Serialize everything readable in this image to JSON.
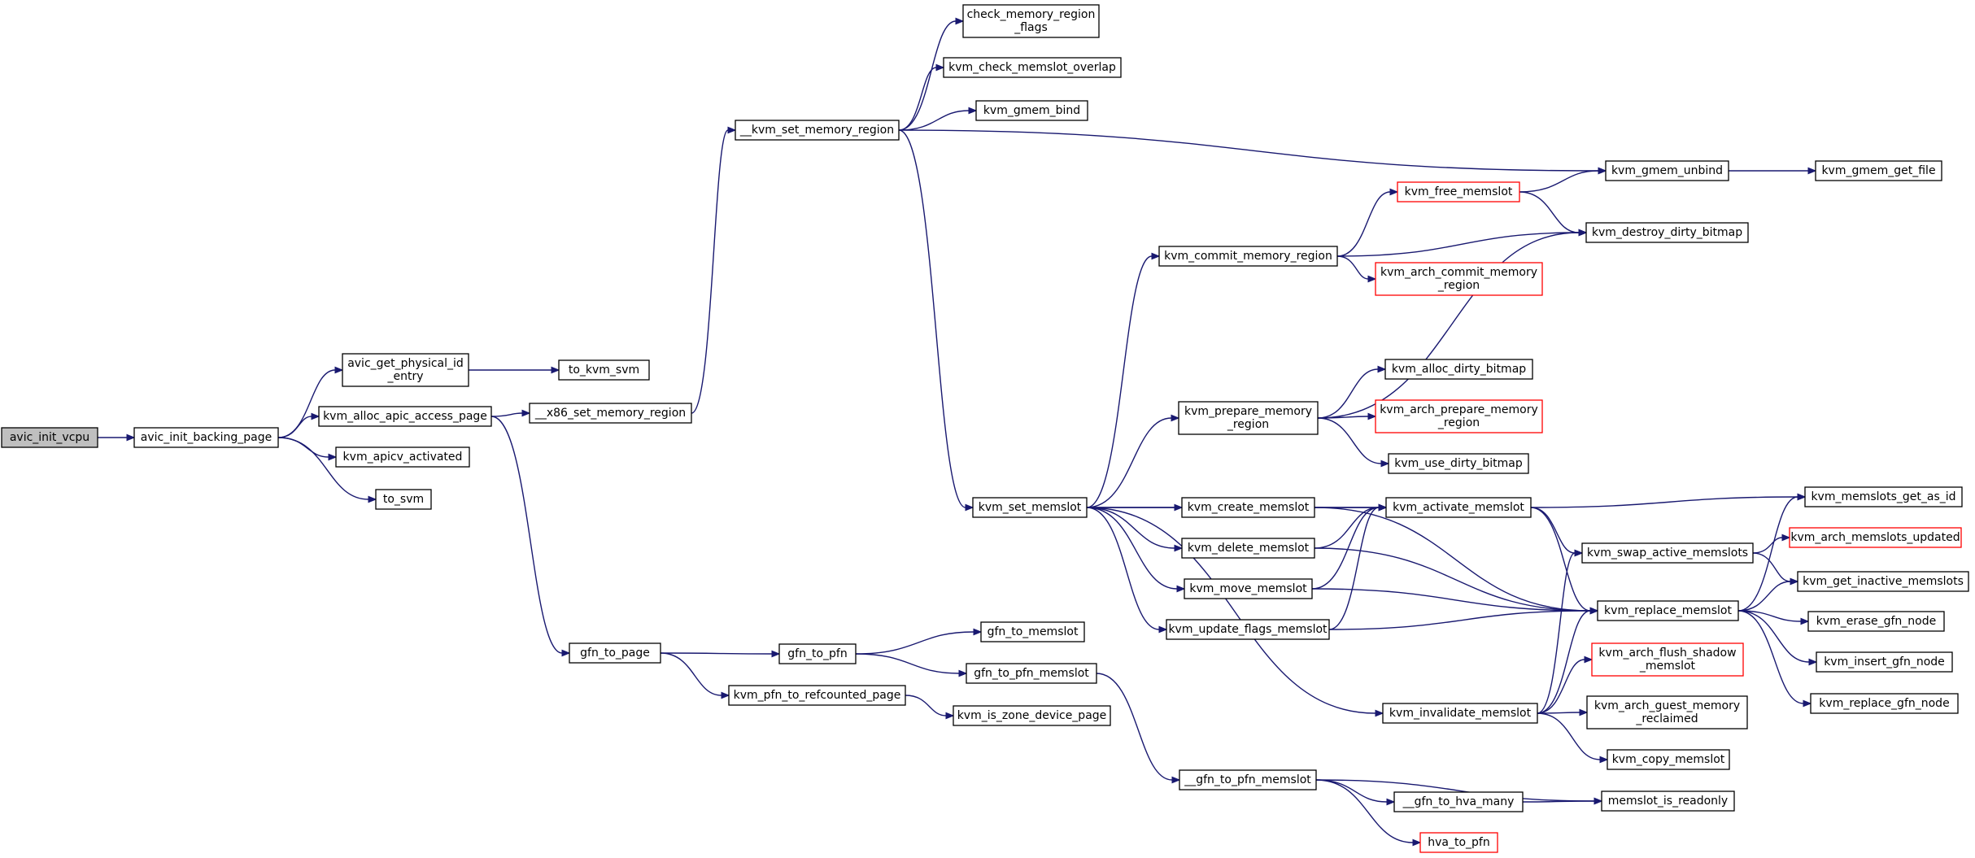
{
  "nodes": [
    {
      "id": "avic_init_vcpu",
      "lines": [
        "avic_init_vcpu"
      ],
      "style": "root"
    },
    {
      "id": "avic_init_backing_page",
      "lines": [
        "avic_init_backing_page"
      ],
      "style": "normal"
    },
    {
      "id": "avic_get_physical_id_entry",
      "lines": [
        "avic_get_physical_id",
        "_entry"
      ],
      "style": "normal"
    },
    {
      "id": "kvm_alloc_apic_access_page",
      "lines": [
        "kvm_alloc_apic_access_page"
      ],
      "style": "normal"
    },
    {
      "id": "kvm_apicv_activated",
      "lines": [
        "kvm_apicv_activated"
      ],
      "style": "normal"
    },
    {
      "id": "to_svm",
      "lines": [
        "to_svm"
      ],
      "style": "normal"
    },
    {
      "id": "to_kvm_svm",
      "lines": [
        "to_kvm_svm"
      ],
      "style": "normal"
    },
    {
      "id": "__x86_set_memory_region",
      "lines": [
        "__x86_set_memory_region"
      ],
      "style": "normal"
    },
    {
      "id": "gfn_to_page",
      "lines": [
        "gfn_to_page"
      ],
      "style": "normal"
    },
    {
      "id": "__kvm_set_memory_region",
      "lines": [
        "__kvm_set_memory_region"
      ],
      "style": "normal"
    },
    {
      "id": "check_memory_region_flags",
      "lines": [
        "check_memory_region",
        "_flags"
      ],
      "style": "normal"
    },
    {
      "id": "kvm_check_memslot_overlap",
      "lines": [
        "kvm_check_memslot_overlap"
      ],
      "style": "normal"
    },
    {
      "id": "kvm_gmem_bind",
      "lines": [
        "kvm_gmem_bind"
      ],
      "style": "normal"
    },
    {
      "id": "kvm_gmem_unbind",
      "lines": [
        "kvm_gmem_unbind"
      ],
      "style": "normal"
    },
    {
      "id": "kvm_gmem_get_file",
      "lines": [
        "kvm_gmem_get_file"
      ],
      "style": "normal"
    },
    {
      "id": "kvm_set_memslot",
      "lines": [
        "kvm_set_memslot"
      ],
      "style": "normal"
    },
    {
      "id": "gfn_to_pfn",
      "lines": [
        "gfn_to_pfn"
      ],
      "style": "normal"
    },
    {
      "id": "kvm_pfn_to_refcounted_page",
      "lines": [
        "kvm_pfn_to_refcounted_page"
      ],
      "style": "normal"
    },
    {
      "id": "gfn_to_memslot",
      "lines": [
        "gfn_to_memslot"
      ],
      "style": "normal"
    },
    {
      "id": "gfn_to_pfn_memslot",
      "lines": [
        "gfn_to_pfn_memslot"
      ],
      "style": "normal"
    },
    {
      "id": "kvm_is_zone_device_page",
      "lines": [
        "kvm_is_zone_device_page"
      ],
      "style": "normal"
    },
    {
      "id": "kvm_commit_memory_region",
      "lines": [
        "kvm_commit_memory_region"
      ],
      "style": "normal"
    },
    {
      "id": "kvm_prepare_memory_region",
      "lines": [
        "kvm_prepare_memory",
        "_region"
      ],
      "style": "normal"
    },
    {
      "id": "kvm_create_memslot",
      "lines": [
        "kvm_create_memslot"
      ],
      "style": "normal"
    },
    {
      "id": "kvm_delete_memslot",
      "lines": [
        "kvm_delete_memslot"
      ],
      "style": "normal"
    },
    {
      "id": "kvm_move_memslot",
      "lines": [
        "kvm_move_memslot"
      ],
      "style": "normal"
    },
    {
      "id": "kvm_update_flags_memslot",
      "lines": [
        "kvm_update_flags_memslot"
      ],
      "style": "normal"
    },
    {
      "id": "kvm_invalidate_memslot",
      "lines": [
        "kvm_invalidate_memslot"
      ],
      "style": "normal"
    },
    {
      "id": "__gfn_to_pfn_memslot",
      "lines": [
        "__gfn_to_pfn_memslot"
      ],
      "style": "normal"
    },
    {
      "id": "kvm_free_memslot",
      "lines": [
        "kvm_free_memslot"
      ],
      "style": "red"
    },
    {
      "id": "kvm_destroy_dirty_bitmap",
      "lines": [
        "kvm_destroy_dirty_bitmap"
      ],
      "style": "normal"
    },
    {
      "id": "kvm_arch_commit_memory_region",
      "lines": [
        "kvm_arch_commit_memory",
        "_region"
      ],
      "style": "red"
    },
    {
      "id": "kvm_alloc_dirty_bitmap",
      "lines": [
        "kvm_alloc_dirty_bitmap"
      ],
      "style": "normal"
    },
    {
      "id": "kvm_arch_prepare_memory_region",
      "lines": [
        "kvm_arch_prepare_memory",
        "_region"
      ],
      "style": "red"
    },
    {
      "id": "kvm_use_dirty_bitmap",
      "lines": [
        "kvm_use_dirty_bitmap"
      ],
      "style": "normal"
    },
    {
      "id": "kvm_activate_memslot",
      "lines": [
        "kvm_activate_memslot"
      ],
      "style": "normal"
    },
    {
      "id": "kvm_swap_active_memslots",
      "lines": [
        "kvm_swap_active_memslots"
      ],
      "style": "normal"
    },
    {
      "id": "kvm_replace_memslot",
      "lines": [
        "kvm_replace_memslot"
      ],
      "style": "normal"
    },
    {
      "id": "kvm_arch_flush_shadow_memslot",
      "lines": [
        "kvm_arch_flush_shadow",
        "_memslot"
      ],
      "style": "red"
    },
    {
      "id": "kvm_arch_guest_memory_reclaimed",
      "lines": [
        "kvm_arch_guest_memory",
        "_reclaimed"
      ],
      "style": "normal"
    },
    {
      "id": "kvm_copy_memslot",
      "lines": [
        "kvm_copy_memslot"
      ],
      "style": "normal"
    },
    {
      "id": "__gfn_to_hva_many",
      "lines": [
        "__gfn_to_hva_many"
      ],
      "style": "normal"
    },
    {
      "id": "memslot_is_readonly",
      "lines": [
        "memslot_is_readonly"
      ],
      "style": "normal"
    },
    {
      "id": "hva_to_pfn",
      "lines": [
        "hva_to_pfn"
      ],
      "style": "red"
    },
    {
      "id": "kvm_memslots_get_as_id",
      "lines": [
        "kvm_memslots_get_as_id"
      ],
      "style": "normal"
    },
    {
      "id": "kvm_arch_memslots_updated",
      "lines": [
        "kvm_arch_memslots_updated"
      ],
      "style": "red"
    },
    {
      "id": "kvm_get_inactive_memslots",
      "lines": [
        "kvm_get_inactive_memslots"
      ],
      "style": "normal"
    },
    {
      "id": "kvm_erase_gfn_node",
      "lines": [
        "kvm_erase_gfn_node"
      ],
      "style": "normal"
    },
    {
      "id": "kvm_insert_gfn_node",
      "lines": [
        "kvm_insert_gfn_node"
      ],
      "style": "normal"
    },
    {
      "id": "kvm_replace_gfn_node",
      "lines": [
        "kvm_replace_gfn_node"
      ],
      "style": "normal"
    }
  ],
  "edges": [
    [
      "avic_init_vcpu",
      "avic_init_backing_page"
    ],
    [
      "avic_init_backing_page",
      "avic_get_physical_id_entry"
    ],
    [
      "avic_init_backing_page",
      "kvm_alloc_apic_access_page"
    ],
    [
      "avic_init_backing_page",
      "kvm_apicv_activated"
    ],
    [
      "avic_init_backing_page",
      "to_svm"
    ],
    [
      "avic_get_physical_id_entry",
      "to_kvm_svm"
    ],
    [
      "kvm_alloc_apic_access_page",
      "__x86_set_memory_region"
    ],
    [
      "kvm_alloc_apic_access_page",
      "gfn_to_page"
    ],
    [
      "__x86_set_memory_region",
      "__kvm_set_memory_region"
    ],
    [
      "__kvm_set_memory_region",
      "check_memory_region_flags"
    ],
    [
      "__kvm_set_memory_region",
      "kvm_check_memslot_overlap"
    ],
    [
      "__kvm_set_memory_region",
      "kvm_gmem_bind"
    ],
    [
      "__kvm_set_memory_region",
      "kvm_gmem_unbind"
    ],
    [
      "__kvm_set_memory_region",
      "kvm_set_memslot"
    ],
    [
      "kvm_gmem_unbind",
      "kvm_gmem_get_file"
    ],
    [
      "gfn_to_page",
      "gfn_to_pfn"
    ],
    [
      "gfn_to_page",
      "kvm_pfn_to_refcounted_page"
    ],
    [
      "gfn_to_pfn",
      "gfn_to_memslot"
    ],
    [
      "gfn_to_pfn",
      "gfn_to_pfn_memslot"
    ],
    [
      "kvm_pfn_to_refcounted_page",
      "kvm_is_zone_device_page"
    ],
    [
      "gfn_to_pfn_memslot",
      "__gfn_to_pfn_memslot"
    ],
    [
      "kvm_set_memslot",
      "kvm_commit_memory_region"
    ],
    [
      "kvm_set_memslot",
      "kvm_prepare_memory_region"
    ],
    [
      "kvm_set_memslot",
      "kvm_activate_memslot"
    ],
    [
      "kvm_set_memslot",
      "kvm_create_memslot"
    ],
    [
      "kvm_set_memslot",
      "kvm_delete_memslot"
    ],
    [
      "kvm_set_memslot",
      "kvm_move_memslot"
    ],
    [
      "kvm_set_memslot",
      "kvm_update_flags_memslot"
    ],
    [
      "kvm_set_memslot",
      "kvm_invalidate_memslot"
    ],
    [
      "kvm_commit_memory_region",
      "kvm_free_memslot"
    ],
    [
      "kvm_commit_memory_region",
      "kvm_destroy_dirty_bitmap"
    ],
    [
      "kvm_commit_memory_region",
      "kvm_arch_commit_memory_region"
    ],
    [
      "kvm_free_memslot",
      "kvm_gmem_unbind"
    ],
    [
      "kvm_free_memslot",
      "kvm_destroy_dirty_bitmap"
    ],
    [
      "kvm_prepare_memory_region",
      "kvm_destroy_dirty_bitmap"
    ],
    [
      "kvm_prepare_memory_region",
      "kvm_alloc_dirty_bitmap"
    ],
    [
      "kvm_prepare_memory_region",
      "kvm_arch_prepare_memory_region"
    ],
    [
      "kvm_prepare_memory_region",
      "kvm_use_dirty_bitmap"
    ],
    [
      "kvm_create_memslot",
      "kvm_activate_memslot"
    ],
    [
      "kvm_create_memslot",
      "kvm_replace_memslot"
    ],
    [
      "kvm_delete_memslot",
      "kvm_activate_memslot"
    ],
    [
      "kvm_delete_memslot",
      "kvm_replace_memslot"
    ],
    [
      "kvm_move_memslot",
      "kvm_activate_memslot"
    ],
    [
      "kvm_move_memslot",
      "kvm_replace_memslot"
    ],
    [
      "kvm_update_flags_memslot",
      "kvm_activate_memslot"
    ],
    [
      "kvm_update_flags_memslot",
      "kvm_replace_memslot"
    ],
    [
      "kvm_activate_memslot",
      "kvm_memslots_get_as_id"
    ],
    [
      "kvm_activate_memslot",
      "kvm_swap_active_memslots"
    ],
    [
      "kvm_activate_memslot",
      "kvm_replace_memslot"
    ],
    [
      "kvm_swap_active_memslots",
      "kvm_arch_memslots_updated"
    ],
    [
      "kvm_swap_active_memslots",
      "kvm_get_inactive_memslots"
    ],
    [
      "kvm_replace_memslot",
      "kvm_memslots_get_as_id"
    ],
    [
      "kvm_replace_memslot",
      "kvm_get_inactive_memslots"
    ],
    [
      "kvm_replace_memslot",
      "kvm_erase_gfn_node"
    ],
    [
      "kvm_replace_memslot",
      "kvm_insert_gfn_node"
    ],
    [
      "kvm_replace_memslot",
      "kvm_replace_gfn_node"
    ],
    [
      "kvm_invalidate_memslot",
      "kvm_swap_active_memslots"
    ],
    [
      "kvm_invalidate_memslot",
      "kvm_replace_memslot"
    ],
    [
      "kvm_invalidate_memslot",
      "kvm_arch_flush_shadow_memslot"
    ],
    [
      "kvm_invalidate_memslot",
      "kvm_arch_guest_memory_reclaimed"
    ],
    [
      "kvm_invalidate_memslot",
      "kvm_copy_memslot"
    ],
    [
      "__gfn_to_pfn_memslot",
      "memslot_is_readonly"
    ],
    [
      "__gfn_to_pfn_memslot",
      "__gfn_to_hva_many"
    ],
    [
      "__gfn_to_pfn_memslot",
      "hva_to_pfn"
    ],
    [
      "__gfn_to_hva_many",
      "memslot_is_readonly"
    ]
  ],
  "colors": {
    "edge": "#191970",
    "border": "#000000",
    "border_highlight": "#ff0000",
    "root_fill": "#bfbfbf"
  }
}
